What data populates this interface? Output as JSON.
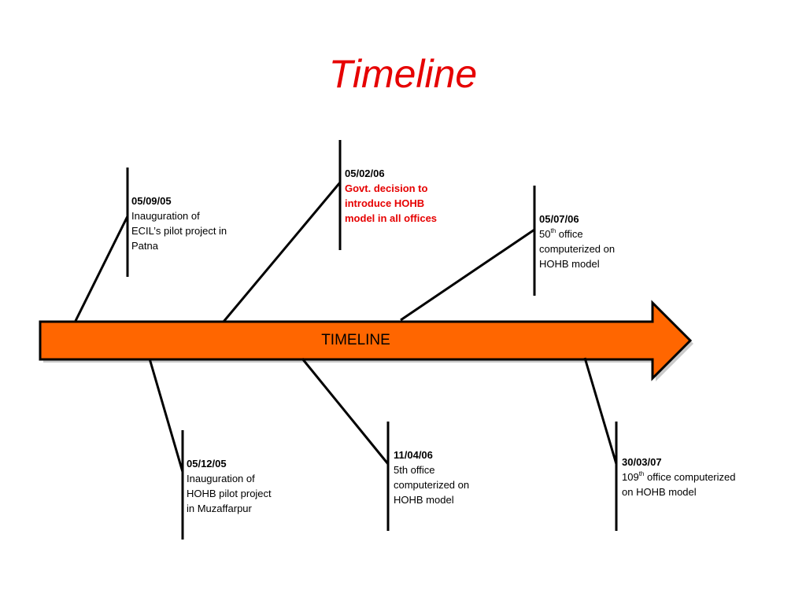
{
  "title": "Timeline",
  "arrow_label": "TIMELINE",
  "colors": {
    "title": "#e60000",
    "arrow_fill": "#ff6600",
    "arrow_stroke": "#000000",
    "highlight_text": "#e60000"
  },
  "events": [
    {
      "date": "05/09/05",
      "lines": [
        "Inauguration of",
        "ECIL’s pilot project in",
        "Patna"
      ]
    },
    {
      "date": "05/02/06",
      "lines": [
        "Govt. decision to",
        "introduce HOHB",
        "model in all offices"
      ],
      "highlight": true
    },
    {
      "date": "05/07/06",
      "lines": [
        "50th office",
        "computerized on",
        "HOHB model"
      ],
      "ordinal_num": "50",
      "ordinal_sup": "th",
      "ordinal_rest": " office"
    },
    {
      "date": "05/12/05",
      "lines": [
        "Inauguration of",
        "HOHB pilot project",
        "in Muzaffarpur"
      ]
    },
    {
      "date": "11/04/06",
      "lines": [
        "5th office",
        "computerized on",
        "HOHB model"
      ]
    },
    {
      "date": "30/03/07",
      "lines": [
        "109th office computerized",
        "on HOHB model"
      ],
      "ordinal_num": "109",
      "ordinal_sup": "th",
      "ordinal_rest": " office computerized"
    }
  ]
}
